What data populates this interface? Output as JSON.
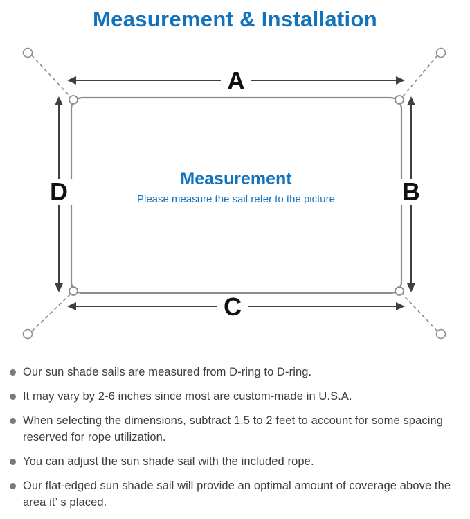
{
  "title": "Measurement & Installation",
  "diagram": {
    "labels": {
      "top": "A",
      "right": "B",
      "bottom": "C",
      "left": "D"
    },
    "center_title": "Measurement",
    "center_subtitle": "Please measure the sail refer to the picture"
  },
  "bullets": [
    "Our sun shade sails are measured from D-ring to D-ring.",
    "It may vary by 2-6 inches since most are custom-made in U.S.A.",
    "When selecting the dimensions, subtract 1.5 to 2 feet to account for some spacing reserved for rope utilization.",
    "You can adjust the sun shade sail with the included rope.",
    "Our flat-edged sun shade sail will provide an optimal amount of coverage above the area it’ s placed."
  ],
  "colors": {
    "accent_blue": "#1273bc",
    "diagram_line": "#8c8c8c",
    "arrow_dark": "#3f3f3f",
    "body_text": "#3d3d3d",
    "bullet_dot": "#7a7a7a"
  }
}
